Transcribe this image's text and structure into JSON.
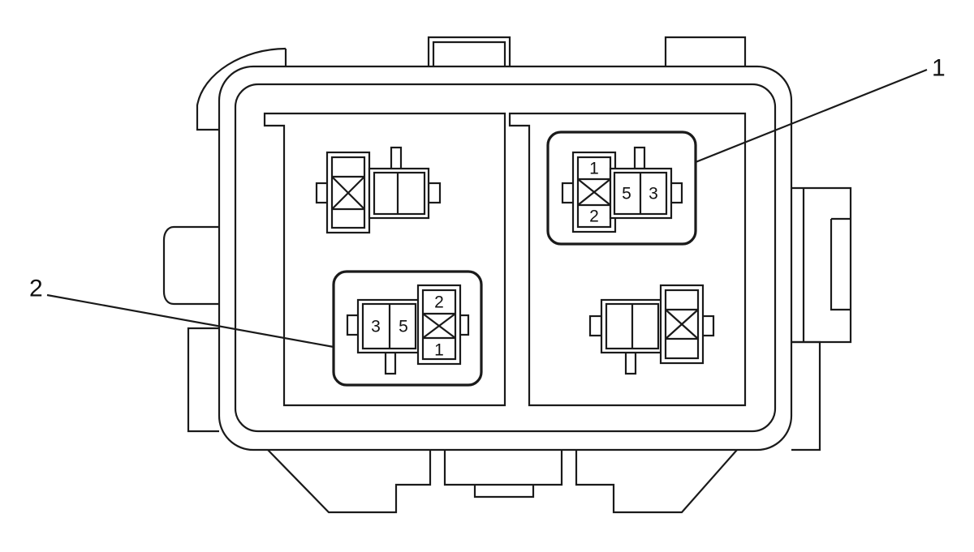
{
  "callouts": {
    "one": "1",
    "two": "2"
  },
  "relay_one": {
    "pins": {
      "p1": "1",
      "p2": "2",
      "p5": "5",
      "p3": "3"
    }
  },
  "relay_two": {
    "pins": {
      "p3": "3",
      "p5": "5",
      "p2": "2",
      "p1": "1"
    }
  }
}
